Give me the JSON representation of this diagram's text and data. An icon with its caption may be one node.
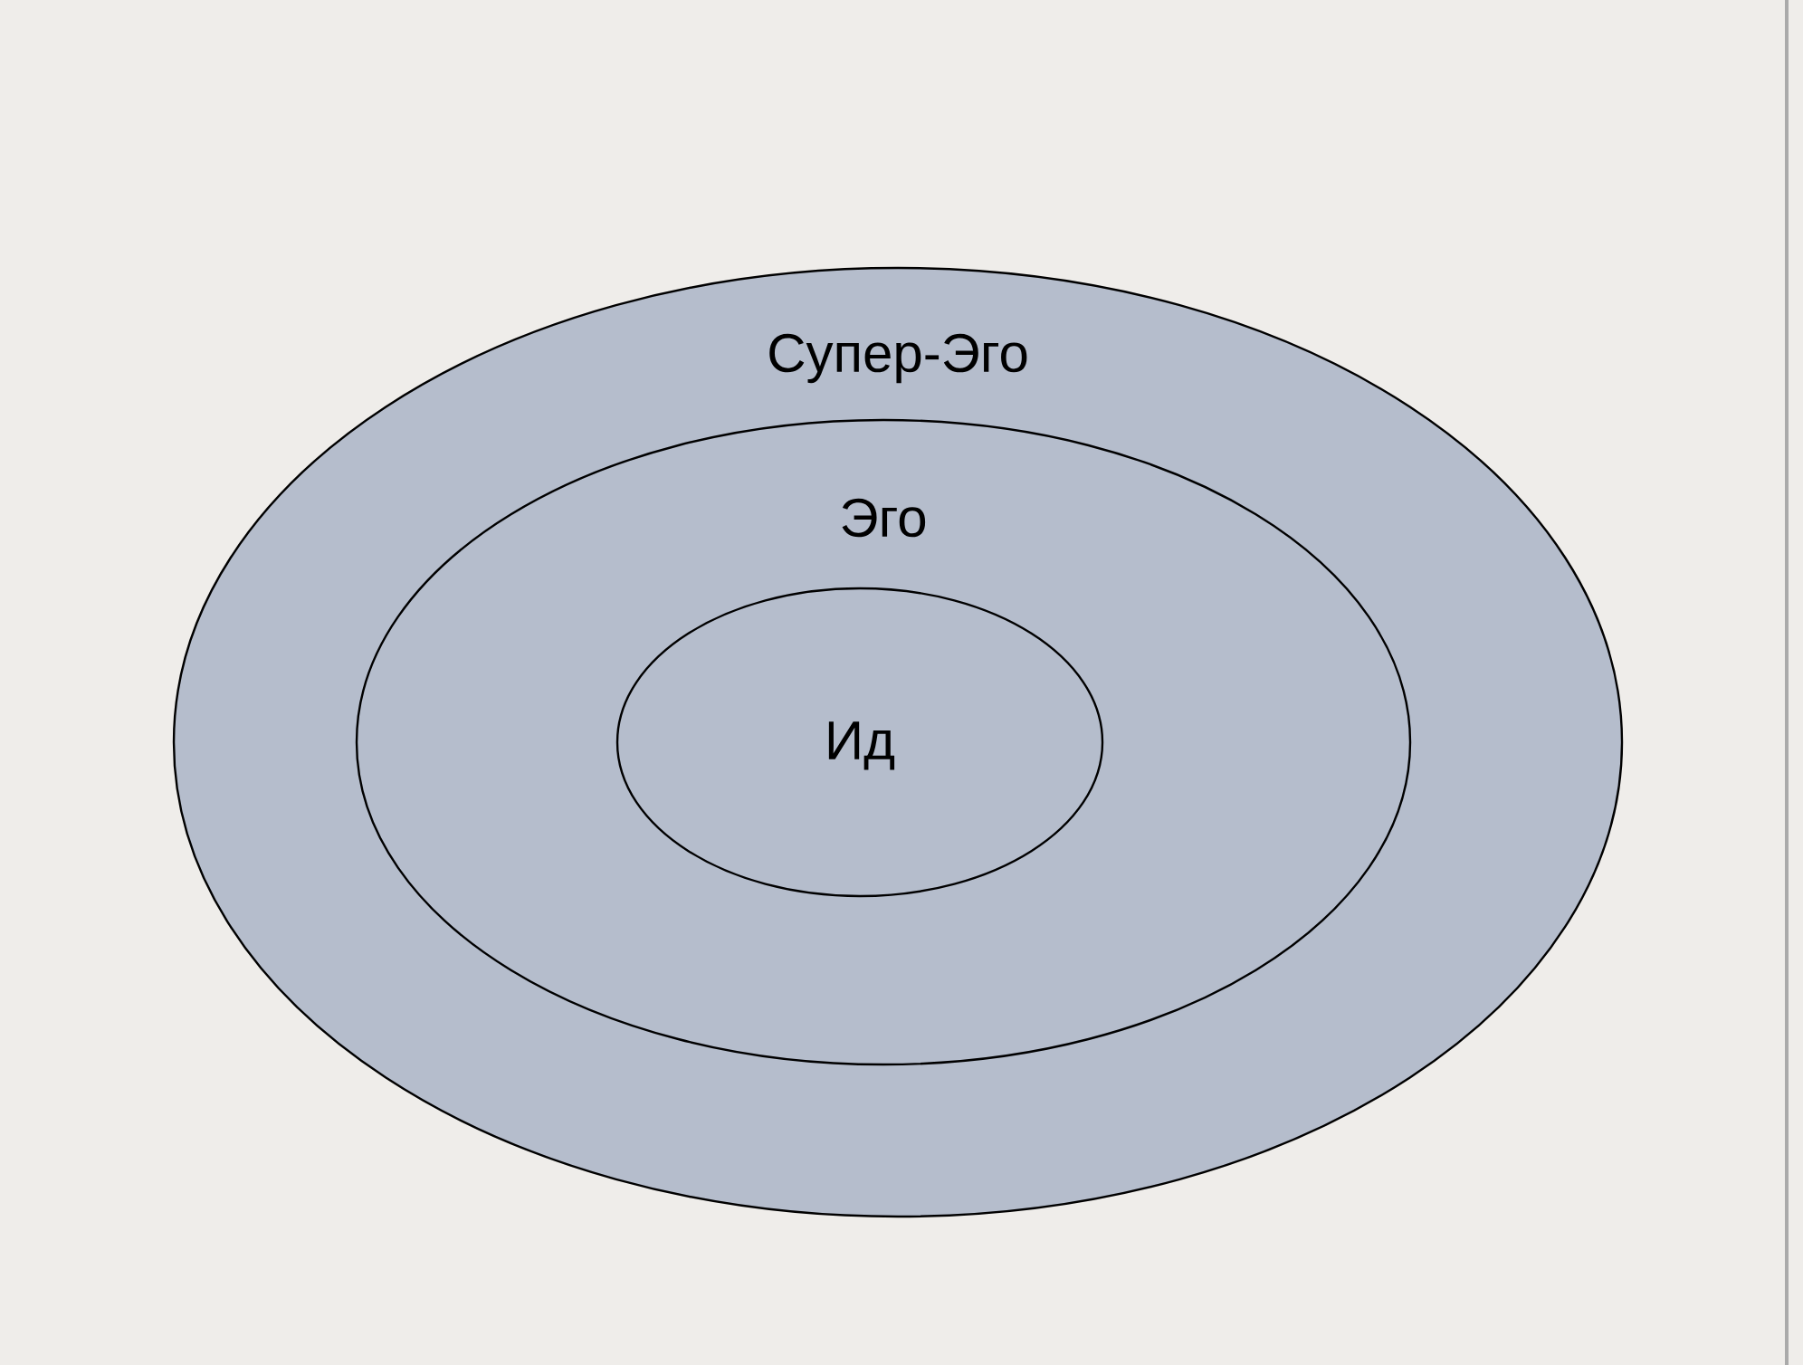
{
  "diagram": {
    "nodes": [
      {
        "text": [
          "Супер-Эго"
        ]
      },
      {
        "text": [
          "Эго"
        ],
        "in": 0
      },
      {
        "text": [
          "Ид"
        ],
        "in": 1
      }
    ],
    "edges": []
  }
}
